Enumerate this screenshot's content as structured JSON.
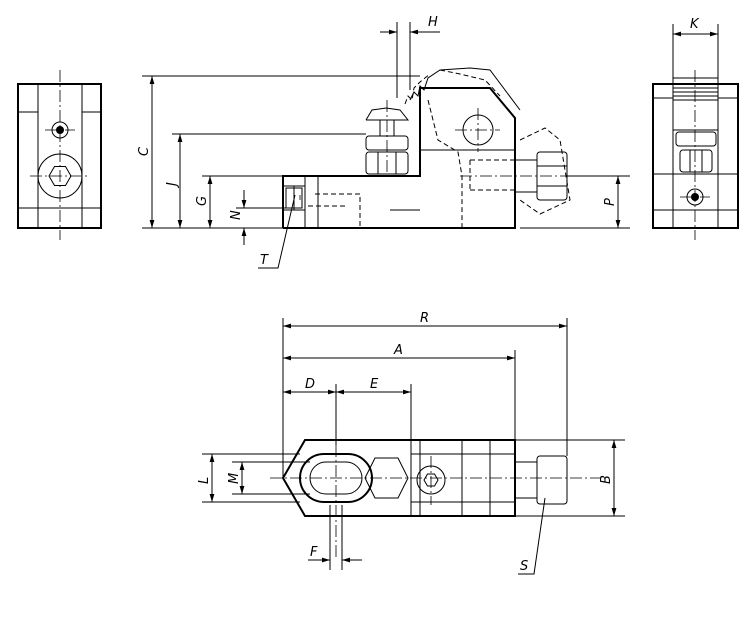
{
  "labels": {
    "H": "H",
    "K": "K",
    "C": "C",
    "J": "J",
    "G": "G",
    "N": "N",
    "P": "P",
    "T": "T",
    "R": "R",
    "A": "A",
    "D": "D",
    "E": "E",
    "L": "L",
    "M": "M",
    "B": "B",
    "F": "F",
    "S": "S"
  }
}
